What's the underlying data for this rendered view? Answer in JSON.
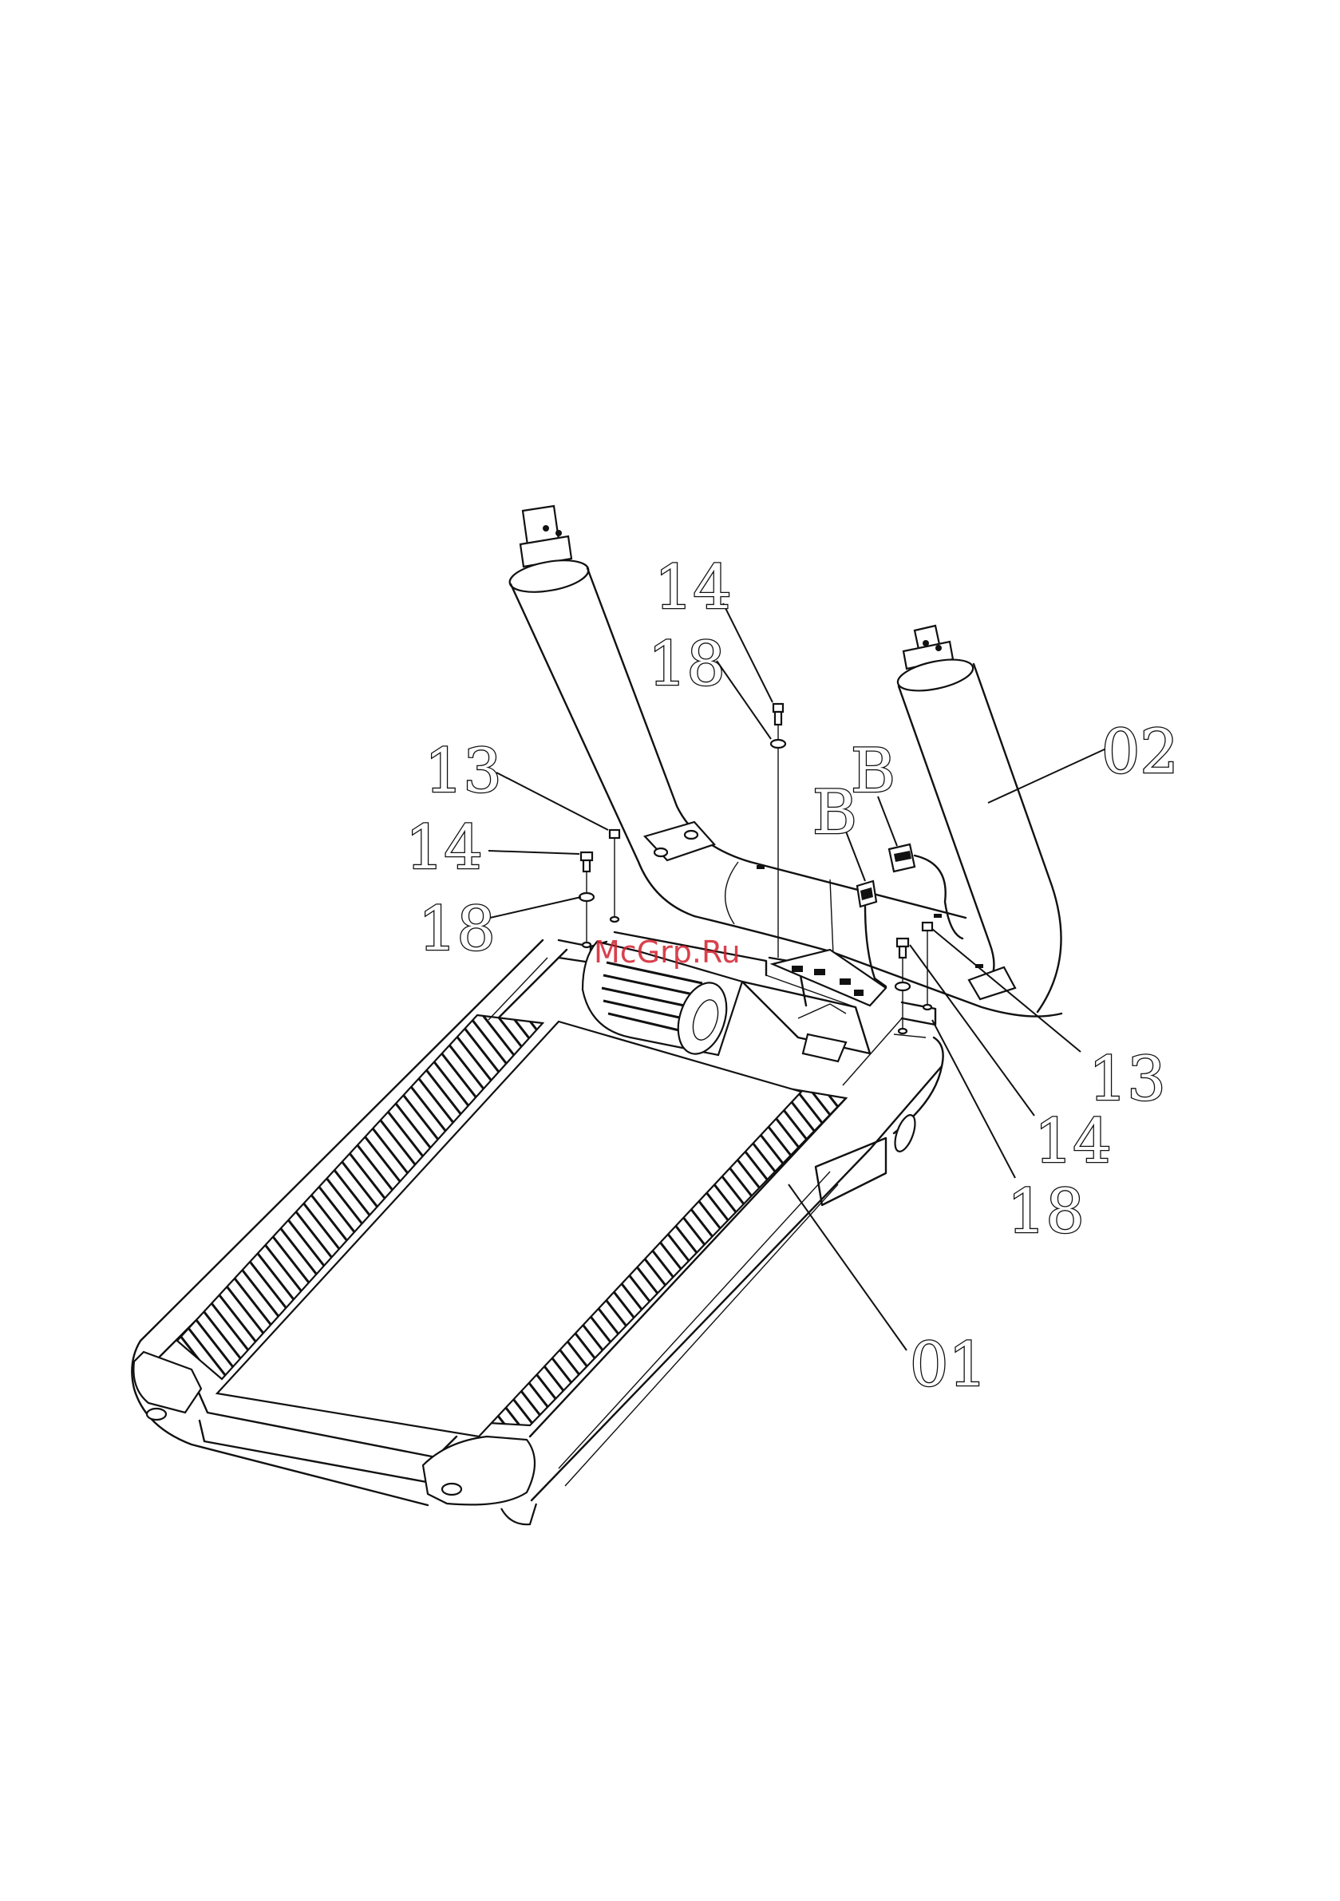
{
  "watermark": "McGrp.Ru",
  "callouts": {
    "upright_right": "02",
    "base_frame": "01",
    "bolt_top": "14",
    "washer_top": "18",
    "screw_left": "13",
    "bolt_left": "14",
    "washer_left": "18",
    "connector_upper": "B",
    "connector_lower": "B",
    "screw_right": "13",
    "bolt_right": "14",
    "washer_right": "18"
  },
  "icons": {
    "upright_left": "left-upright-tube-icon",
    "upright_right": "right-upright-tube-icon",
    "treadmill_base": "treadmill-base-icon",
    "motor": "motor-icon",
    "bolt": "bolt-icon",
    "washer": "washer-icon",
    "cable_connector": "cable-connector-icon"
  }
}
